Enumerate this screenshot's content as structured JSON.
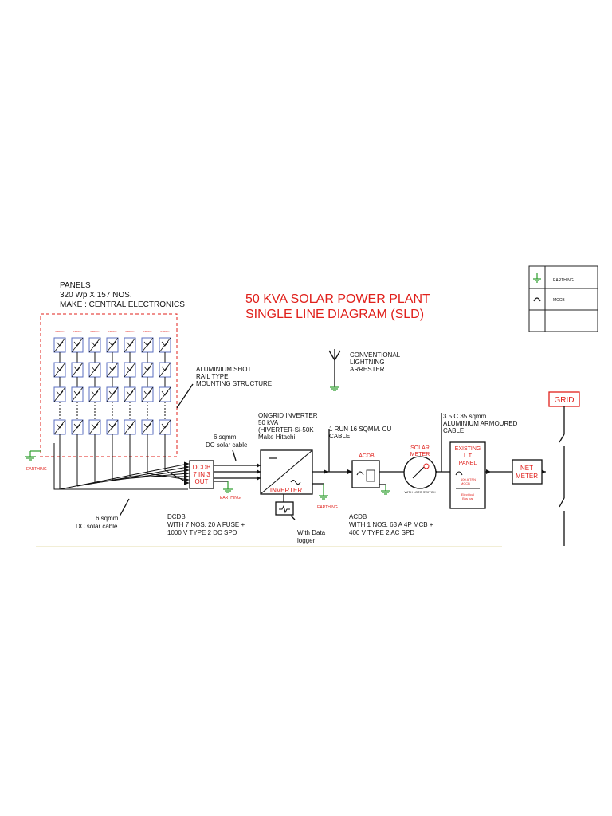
{
  "title": {
    "line1": "50 KVA SOLAR POWER  PLANT",
    "line2": "SINGLE LINE DIAGRAM (SLD)"
  },
  "legend": {
    "rows": [
      {
        "symbol": "earthing-icon",
        "label": "EARTHING"
      },
      {
        "symbol": "mccb-icon",
        "label": "MCCB"
      },
      {
        "symbol": "",
        "label": ""
      }
    ]
  },
  "panels": {
    "line1": "PANELS",
    "line2": "320 Wp  X 157 NOS.",
    "line3": "MAKE : CENTRAL ELECTRONICS",
    "columns": 7,
    "string_labels": [
      "STRING",
      "STRING",
      "STRING",
      "STRING",
      "STRING",
      "STRING",
      "STRING"
    ],
    "earthing_label": "EARTHING"
  },
  "mounting": {
    "line1": "ALUMINIUM SHOT",
    "line2": "RAIL TYPE",
    "line3": "MOUNTING STRUCTURE"
  },
  "arrester": {
    "line1": "CONVENTIONAL",
    "line2": "LIGHTNING",
    "line3": "ARRESTER"
  },
  "dc_cable_top": {
    "line1": "6 sqmm.",
    "line2": "DC solar cable"
  },
  "dc_cable_bottom": {
    "line1": "6 sqmm.",
    "line2": "DC solar cable"
  },
  "dcdb": {
    "box_line1": "DCDB",
    "box_line2": "7 IN 3",
    "box_line3": "OUT",
    "earthing_label": "EARTHING",
    "desc_line1": "DCDB",
    "desc_line2": "WITH 7 NOS. 20 A FUSE +",
    "desc_line3": "1000 V TYPE 2 DC SPD"
  },
  "inverter": {
    "line1": "ONGRID INVERTER",
    "line2": "50 kVA",
    "line3": "(HIVERTER-Si-50K",
    "line4": "Make Hitachi",
    "box_label": "INVERTER",
    "earthing_label": "EARTHING",
    "logger_line1": "With Data",
    "logger_line2": "logger"
  },
  "cable_cu": {
    "line1": "1 RUN 16 SQMM. CU",
    "line2": "CABLE"
  },
  "acdb": {
    "box_label": "ACDB",
    "desc_line1": "ACDB",
    "desc_line2": "WITH 1 NOS. 63 A 4P MCB +",
    "desc_line3": "400 V TYPE 2 AC SPD"
  },
  "solar_meter": {
    "line1": "SOLAR",
    "line2": "METER",
    "sub": "WITH LOTO SWITCH"
  },
  "cable_al": {
    "line1": "3.5 C 35 sqmm.",
    "line2": "ALUMINIUM ARMOURED",
    "line3": "CABLE"
  },
  "lt_panel": {
    "line1": "EXISTING",
    "line2": "L.T",
    "line3": "PANEL",
    "mccb_label": "100 A TPN",
    "mccb_label2": "MCCB",
    "busbar_line1": "Electrical",
    "busbar_line2": "Bus bar"
  },
  "net_meter": {
    "line1": "NET",
    "line2": "METER"
  },
  "grid": {
    "label": "GRID"
  },
  "colors": {
    "accent_red": "#e0201b",
    "earth_green": "#2a9d2a",
    "panel_blue": "#5b6fc2",
    "text": "#111111"
  }
}
